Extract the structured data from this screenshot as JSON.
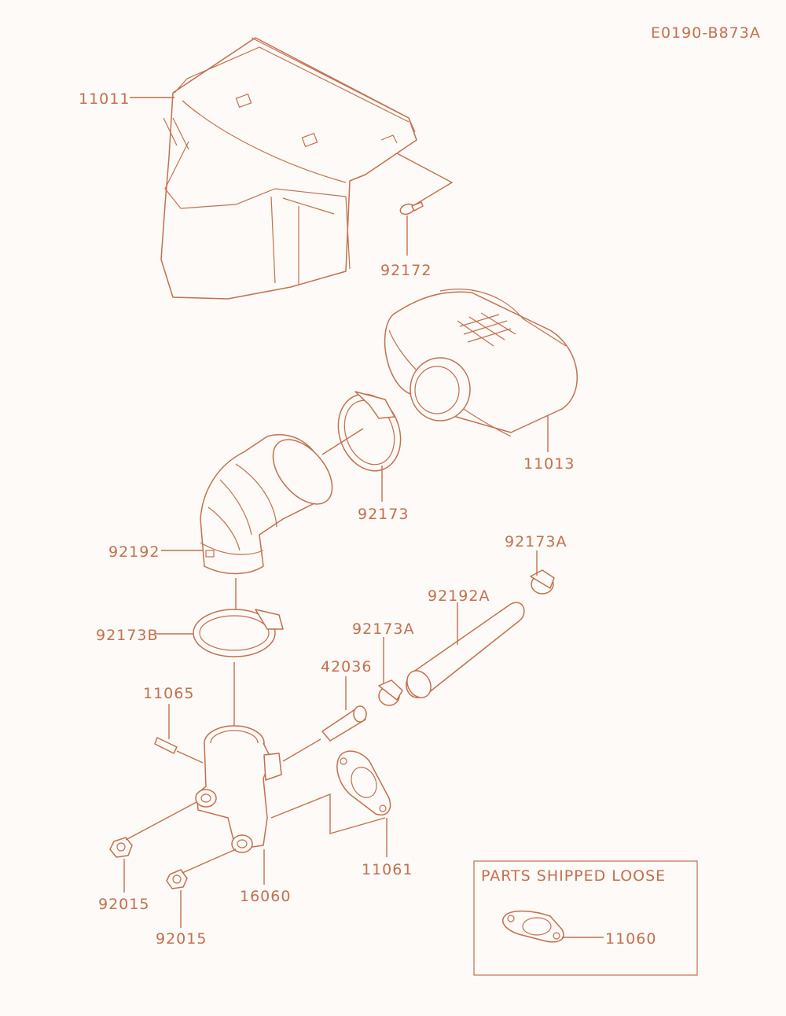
{
  "diagram_code": "E0190-B873A",
  "labels": {
    "p11011": "11011",
    "p92172": "92172",
    "p11013": "11013",
    "p92173": "92173",
    "p92192": "92192",
    "p92173A_top": "92173A",
    "p92192A": "92192A",
    "p92173A_mid": "92173A",
    "p92173B": "92173B",
    "p42036": "42036",
    "p11065": "11065",
    "p11061": "11061",
    "p92015_a": "92015",
    "p16060": "16060",
    "p92015_b": "92015",
    "p11060": "11060"
  },
  "loose_box": {
    "title": "PARTS SHIPPED LOOSE"
  },
  "colors": {
    "line": "#c2704f",
    "background": "#fdfaf7"
  }
}
